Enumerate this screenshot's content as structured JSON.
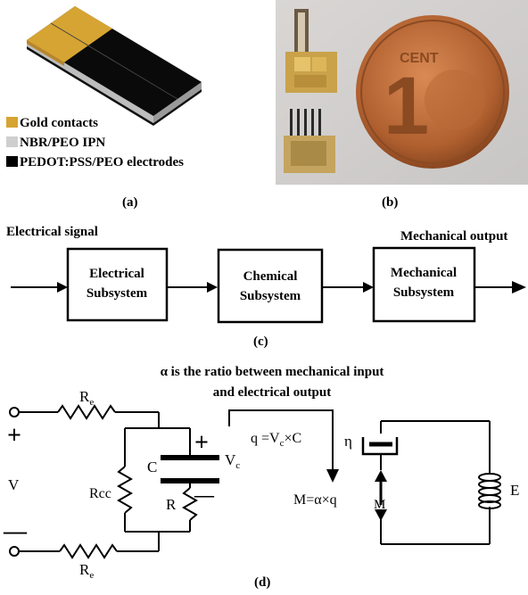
{
  "panel_a": {
    "legend": [
      {
        "label": "Gold contacts",
        "color": "#d6a432"
      },
      {
        "label": "NBR/PEO IPN",
        "color": "#cfcfcf"
      },
      {
        "label": "PEDOT:PSS/PEO electrodes",
        "color": "#000000"
      }
    ],
    "caption": "(a)"
  },
  "panel_b": {
    "caption": "(b)",
    "coin_labels": [
      "1",
      "CENT"
    ]
  },
  "panel_c": {
    "input_label": "Electrical signal",
    "output_label": "Mechanical output",
    "blocks": [
      {
        "line1": "Electrical",
        "line2": "Subsystem"
      },
      {
        "line1": "Chemical",
        "line2": "Subsystem"
      },
      {
        "line1": "Mechanical",
        "line2": "Subsystem"
      }
    ],
    "caption": "(c)"
  },
  "panel_d": {
    "title_line1": "α is the ratio between mechanical input",
    "title_line2": "and electrical output",
    "re_top": "R",
    "re_bottom": "R",
    "re_sub": "e",
    "plus": "+",
    "minus": "—",
    "v_label": "V",
    "rcc_label": "Rcc",
    "c_label": "C",
    "vc_label": "V",
    "vc_sub": "c",
    "r_label": "R",
    "cap_plus": "+",
    "cap_minus": "—",
    "q_eq_pre": "q =V",
    "q_eq_sub": "c",
    "q_eq_post": "×C",
    "m_eq": "M=α×q",
    "eta_label": "η",
    "m_label": "M",
    "e_label": "E",
    "caption": "(d)"
  }
}
